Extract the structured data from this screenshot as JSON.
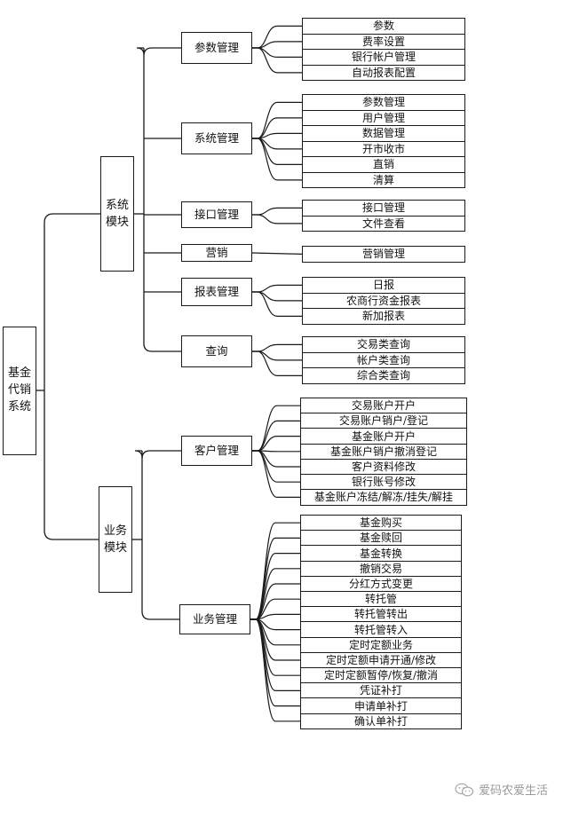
{
  "watermark": "爱码农爱生活",
  "tree": {
    "label": "基金\n代销\n系统",
    "modules": [
      {
        "label": "系统\n模块",
        "groups": [
          {
            "label": "参数管理",
            "items": [
              "参数",
              "费率设置",
              "银行帐户管理",
              "自动报表配置"
            ]
          },
          {
            "label": "系统管理",
            "items": [
              "参数管理",
              "用户管理",
              "数据管理",
              "开市收市",
              "直销",
              "清算"
            ]
          },
          {
            "label": "接口管理",
            "items": [
              "接口管理",
              "文件查看"
            ]
          },
          {
            "label": "营销",
            "items": [
              "营销管理"
            ]
          },
          {
            "label": "报表管理",
            "items": [
              "日报",
              "农商行资金报表",
              "新加报表"
            ]
          },
          {
            "label": "查询",
            "items": [
              "交易类查询",
              "帐户类查询",
              "综合类查询"
            ]
          }
        ]
      },
      {
        "label": "业务\n模块",
        "groups": [
          {
            "label": "客户管理",
            "items": [
              "交易账户开户",
              "交易账户销户/登记",
              "基金账户开户",
              "基金账户销户撤消登记",
              "客户资料修改",
              "银行账号修改",
              "基金账户冻结/解冻/挂失/解挂"
            ]
          },
          {
            "label": "业务管理",
            "items": [
              "基金购买",
              "基金赎回",
              "基金转换",
              "撤销交易",
              "分红方式变更",
              "转托管",
              "转托管转出",
              "转托管转入",
              "定时定额业务",
              "定时定额申请开通/修改",
              "定时定额暂停/恢复/撤消",
              "凭证补打",
              "申请单补打",
              "确认单补打"
            ]
          }
        ]
      }
    ]
  }
}
